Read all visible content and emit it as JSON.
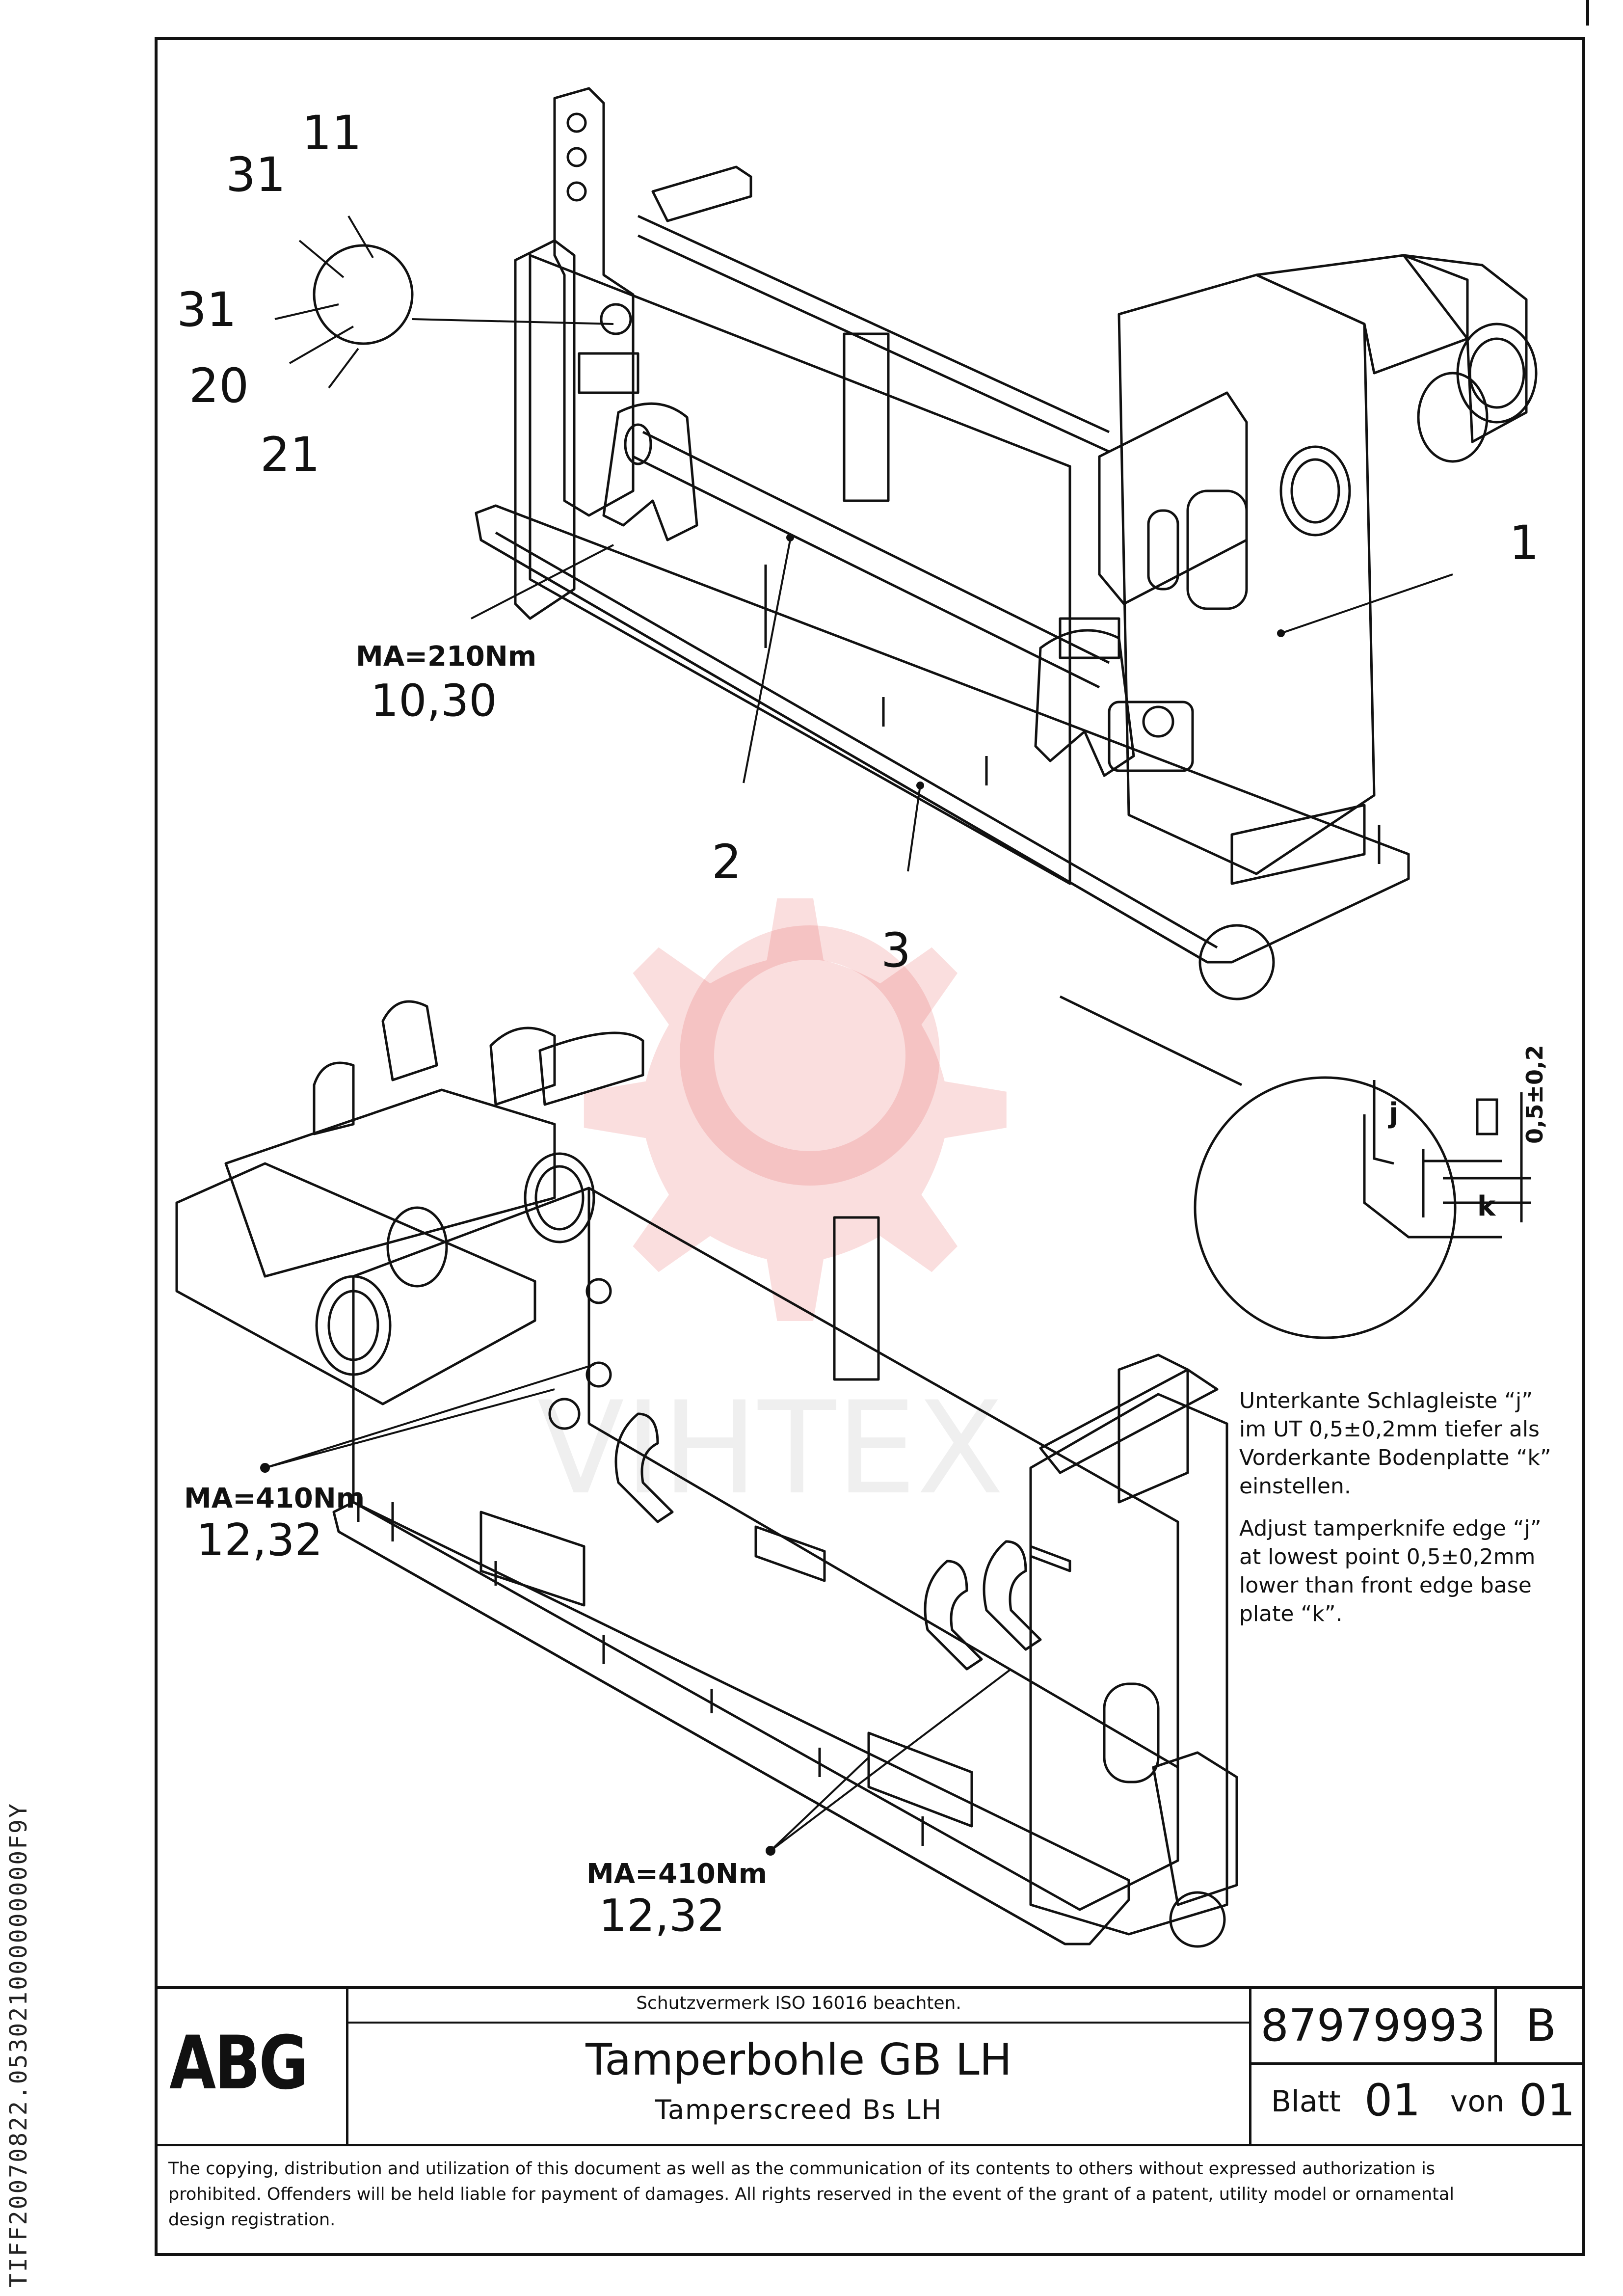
{
  "side_code": "TIFF20070822.053021000000000F9Y",
  "callouts": {
    "pos_11": "11",
    "pos_31a": "31",
    "pos_31b": "31",
    "pos_20": "20",
    "pos_21": "21",
    "pos_1": "1",
    "pos_2": "2",
    "pos_3": "3"
  },
  "torques": [
    {
      "label": "MA=210Nm",
      "items": "10,30"
    },
    {
      "label": "MA=410Nm",
      "items": "12,32"
    },
    {
      "label": "MA=410Nm",
      "items": "12,32"
    }
  ],
  "detail": {
    "dimension": "0,5±0,2",
    "label_j": "j",
    "label_k": "k"
  },
  "note_de": [
    "Unterkante Schlagleiste “j”",
    "im UT 0,5±0,2mm tiefer als",
    "Vorderkante Bodenplatte “k”",
    "einstellen."
  ],
  "note_en": [
    "Adjust tamperknife edge “j”",
    "at lowest point 0,5±0,2mm",
    "lower than front edge base",
    "plate “k”."
  ],
  "watermark": "VIHTEX",
  "title_block": {
    "logo": "ABG",
    "protection_note": "Schutzvermerk ISO 16016 beachten.",
    "title": "Tamperbohle GB LH",
    "subtitle": "Tamperscreed Bs LH",
    "doc_number": "87979993",
    "revision": "B",
    "sheet_label": "Blatt",
    "sheet_no": "01",
    "of_label": "von",
    "sheet_total": "01",
    "copyright": "The copying, distribution and utilization of this document as well as the communication of its contents to others without expressed authorization is prohibited. Offenders will be held liable for payment of damages. All rights reserved in the event of the grant of a patent, utility model or ornamental design registration."
  }
}
